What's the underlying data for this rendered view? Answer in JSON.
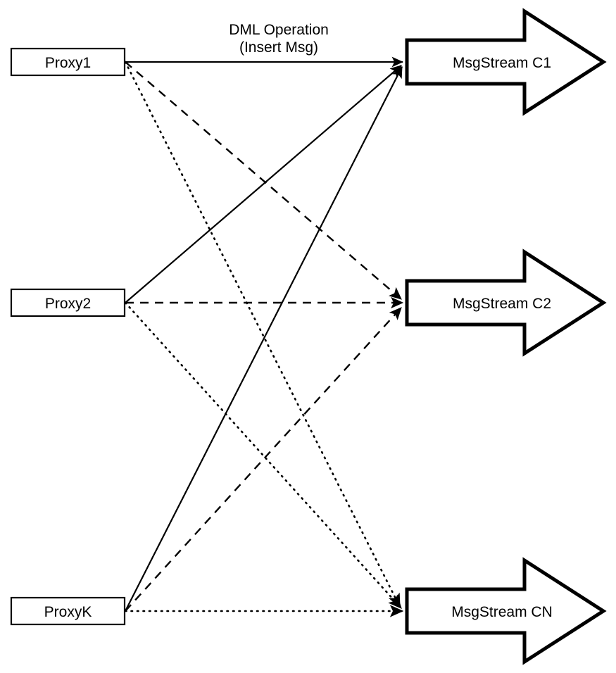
{
  "diagram": {
    "title_annotation": {
      "line1": "DML Operation",
      "line2": "(Insert Msg)"
    },
    "colors": {
      "stroke": "#000000",
      "fill": "#ffffff",
      "background": "#ffffff"
    },
    "proxies": [
      {
        "id": "proxy1",
        "label": "Proxy1"
      },
      {
        "id": "proxy2",
        "label": "Proxy2"
      },
      {
        "id": "proxyK",
        "label": "ProxyK"
      }
    ],
    "streams": [
      {
        "id": "c1",
        "label": "MsgStream C1"
      },
      {
        "id": "c2",
        "label": "MsgStream C2"
      },
      {
        "id": "cn",
        "label": "MsgStream CN"
      }
    ],
    "connections": [
      {
        "from": "Proxy1",
        "to": "MsgStream C1",
        "style": "solid"
      },
      {
        "from": "Proxy1",
        "to": "MsgStream C2",
        "style": "dashed"
      },
      {
        "from": "Proxy1",
        "to": "MsgStream CN",
        "style": "dotted"
      },
      {
        "from": "Proxy2",
        "to": "MsgStream C1",
        "style": "solid"
      },
      {
        "from": "Proxy2",
        "to": "MsgStream C2",
        "style": "dashed"
      },
      {
        "from": "Proxy2",
        "to": "MsgStream CN",
        "style": "dotted"
      },
      {
        "from": "ProxyK",
        "to": "MsgStream C1",
        "style": "solid"
      },
      {
        "from": "ProxyK",
        "to": "MsgStream C2",
        "style": "dashed"
      },
      {
        "from": "ProxyK",
        "to": "MsgStream CN",
        "style": "dotted"
      }
    ]
  }
}
